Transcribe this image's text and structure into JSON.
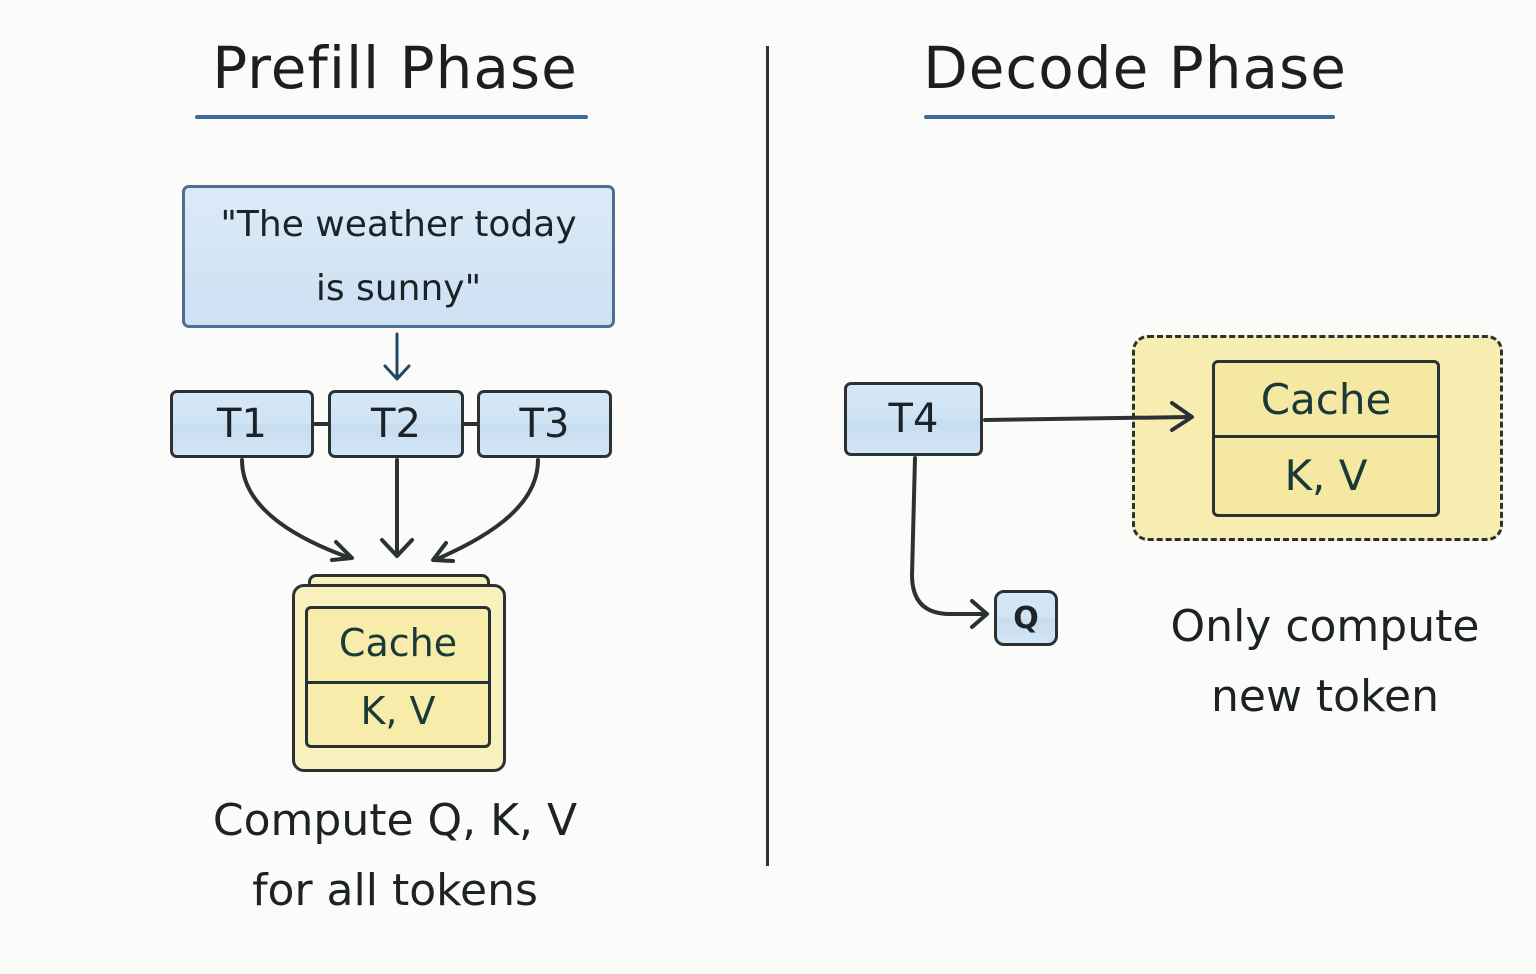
{
  "prefill": {
    "title": "Prefill Phase",
    "prompt_line1": "\"The weather today",
    "prompt_line2": "is sunny\"",
    "tokens": [
      "T1",
      "T2",
      "T3"
    ],
    "cache_label": "Cache",
    "kv_label": "K, V",
    "caption_line1": "Compute Q, K, V",
    "caption_line2": "for all tokens"
  },
  "decode": {
    "title": "Decode Phase",
    "token": "T4",
    "query_label": "Q",
    "cache_label": "Cache",
    "kv_label": "K, V",
    "caption_line1": "Only compute",
    "caption_line2": "new token"
  },
  "colors": {
    "token_fill": "#d2e5f5",
    "cache_fill": "#f8f0bd",
    "underline": "#3d6a9a",
    "stroke": "#2c3134"
  }
}
